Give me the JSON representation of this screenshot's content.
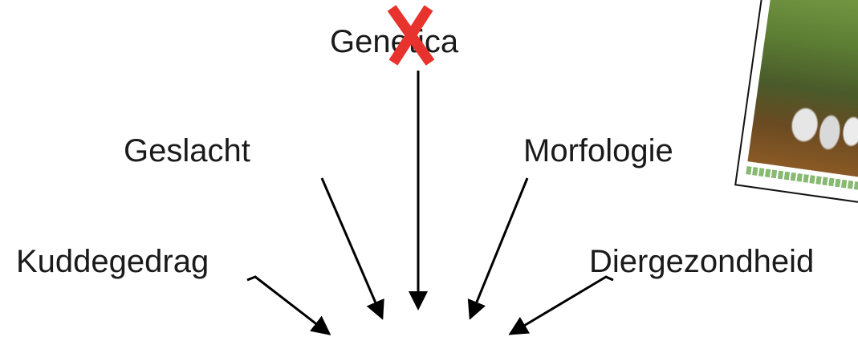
{
  "labels": {
    "genetica": "Genetica",
    "geslacht": "Geslacht",
    "morfologie": "Morfologie",
    "kuddegedrag": "Kuddegedrag",
    "diergezondheid": "Diergezondheid"
  },
  "icons": {
    "strike": "red-x-icon",
    "arrow": "arrow-icon",
    "photo": "sheep-herd-photo"
  },
  "colors": {
    "text": "#1a1a1a",
    "arrow": "#000000",
    "cross": "#e8322d"
  }
}
